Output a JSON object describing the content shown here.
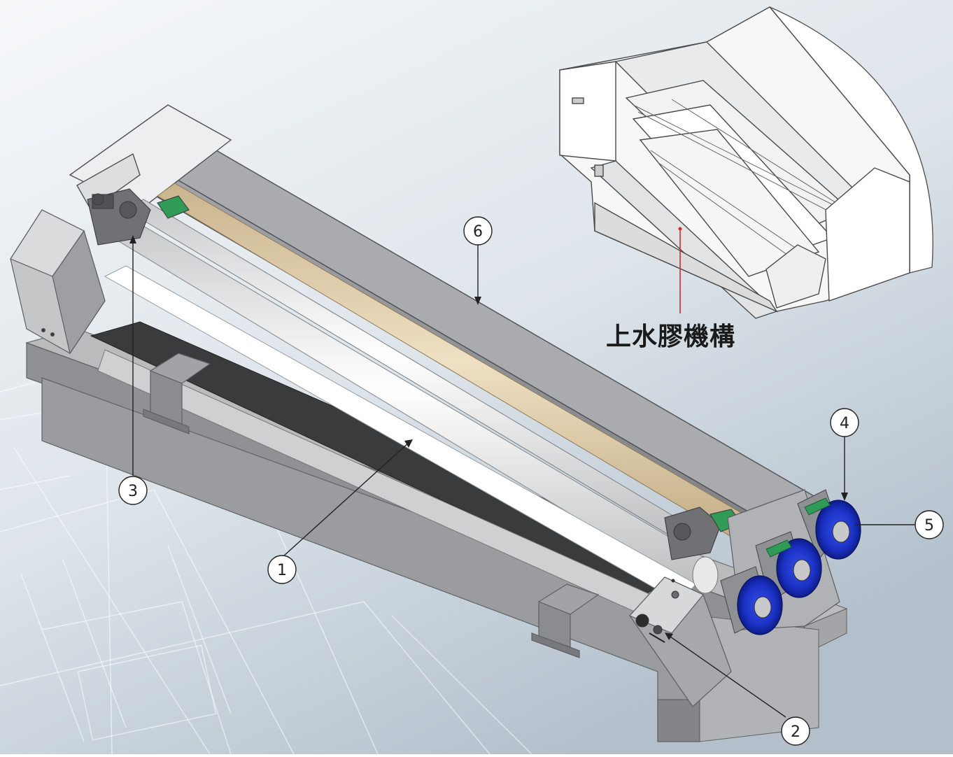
{
  "inset": {
    "label": "上水膠機構"
  },
  "callouts": [
    {
      "number": "1"
    },
    {
      "number": "2"
    },
    {
      "number": "3"
    },
    {
      "number": "4"
    },
    {
      "number": "5"
    },
    {
      "number": "6"
    }
  ],
  "colors": {
    "background_top": "#f3f6f8",
    "background_bottom": "#b4c1cd",
    "frame_steel": "#9c9ea2",
    "cover_gray": "#8e9094",
    "glue_roller_tan": "#dcc9a6",
    "white_roller": "#f4f4f4",
    "belt_dark": "#3a3b3d",
    "wheel_blue": "#1a2fc0",
    "bracket_green": "#2f9b57",
    "leader_red": "#d42b2b"
  }
}
